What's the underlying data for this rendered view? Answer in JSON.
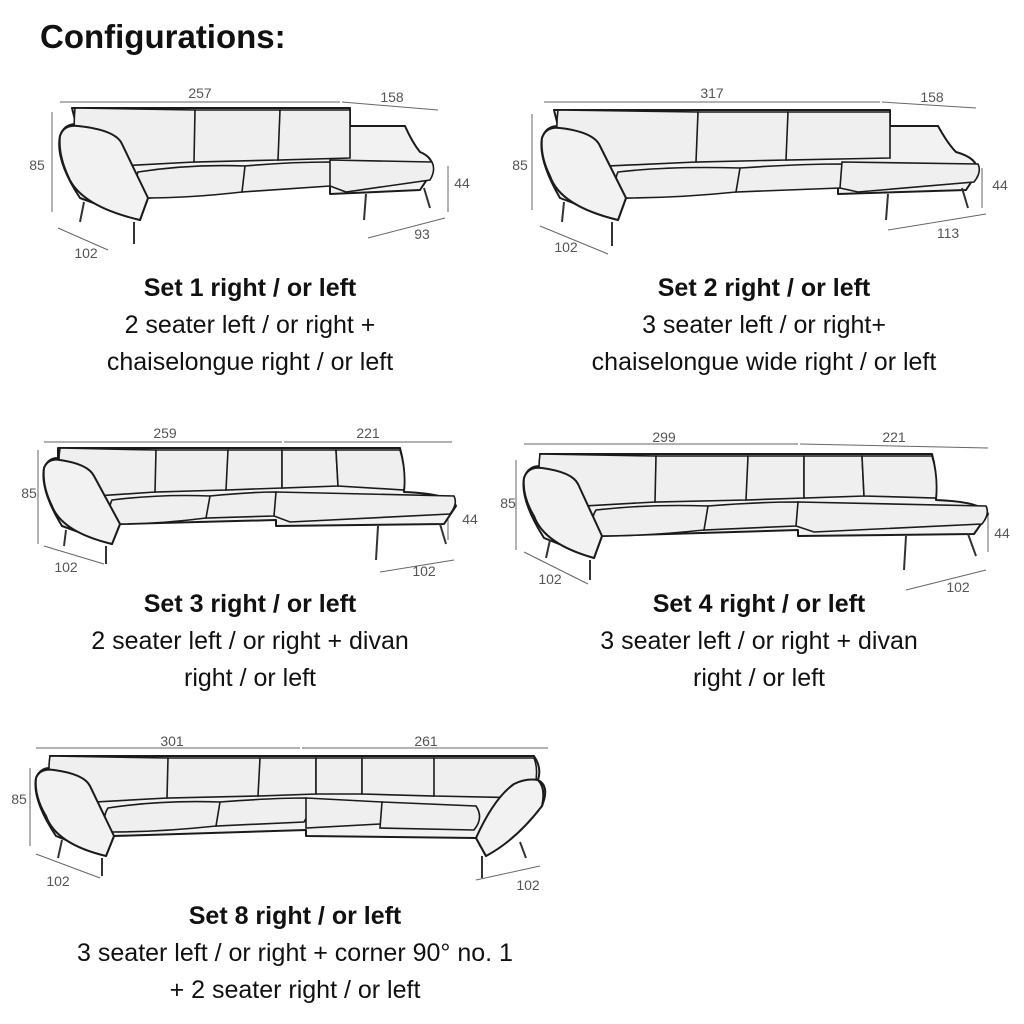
{
  "title": "Configurations:",
  "configs": [
    {
      "id": "set1",
      "title": "Set 1 right / or left",
      "line1": "2 seater left / or right +",
      "line2": "chaiselongue right / or left",
      "dims": {
        "width_main": "257",
        "width_side": "158",
        "height": "85",
        "depth": "102",
        "seat_height": "44",
        "chaise_depth": "93"
      }
    },
    {
      "id": "set2",
      "title": "Set 2 right / or left",
      "line1": "3 seater left / or right+",
      "line2": "chaiselongue wide right / or left",
      "dims": {
        "width_main": "317",
        "width_side": "158",
        "height": "85",
        "depth": "102",
        "seat_height": "44",
        "chaise_depth": "113"
      }
    },
    {
      "id": "set3",
      "title": "Set 3 right / or left",
      "line1": "2 seater left / or right + divan",
      "line2": "right / or left",
      "dims": {
        "width_main": "259",
        "width_side": "221",
        "height": "85",
        "depth": "102",
        "seat_height": "44",
        "chaise_depth": "102"
      }
    },
    {
      "id": "set4",
      "title": "Set 4 right / or left",
      "line1": "3 seater left / or right + divan",
      "line2": "right / or left",
      "dims": {
        "width_main": "299",
        "width_side": "221",
        "height": "85",
        "depth": "102",
        "seat_height": "44",
        "chaise_depth": "102"
      }
    },
    {
      "id": "set8",
      "title": "Set 8 right / or left",
      "line1": "3 seater left / or right + corner 90° no. 1",
      "line2": "+ 2 seater right / or left",
      "dims": {
        "width_main": "301",
        "width_side": "261",
        "height": "85",
        "depth": "102",
        "chaise_depth": "102"
      }
    }
  ]
}
